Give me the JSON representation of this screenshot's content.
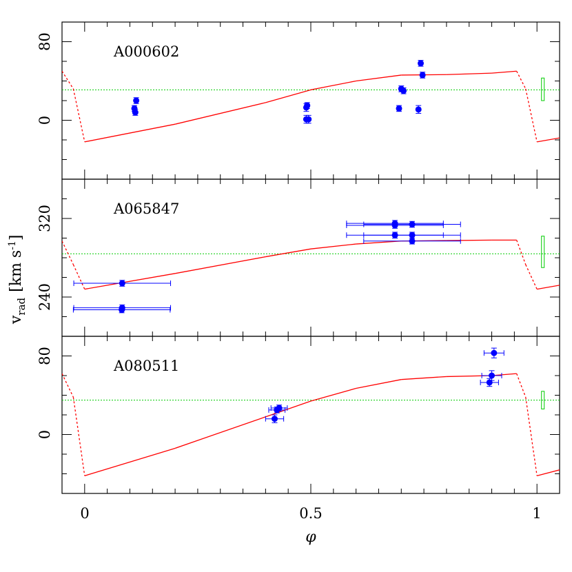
{
  "chart_data": {
    "type": "scatter",
    "x_axis": {
      "label": "φ",
      "range": [
        -0.05,
        1.05
      ],
      "major_ticks": [
        0,
        0.5,
        1
      ],
      "tick_labels": [
        "0",
        "0.5",
        "1"
      ]
    },
    "y_axis": {
      "label_main": "v",
      "label_sub": "rad",
      "label_units": "[km s",
      "label_sup": "-1",
      "label_close": "]"
    },
    "panels": [
      {
        "name": "A000602",
        "ylim": [
          -60,
          100
        ],
        "yticks": [
          0,
          80
        ],
        "ytick_labels": [
          "0",
          "80"
        ],
        "mean_velocity": 31,
        "green_bar": {
          "phi": 1.013,
          "lo": 20,
          "hi": 43
        },
        "model_curve": [
          [
            -0.05,
            50
          ],
          [
            -0.025,
            32
          ],
          [
            0,
            -22
          ],
          [
            0.2,
            -4
          ],
          [
            0.4,
            18
          ],
          [
            0.5,
            31
          ],
          [
            0.6,
            40
          ],
          [
            0.7,
            46
          ],
          [
            0.8,
            46.5
          ],
          [
            0.9,
            48
          ],
          [
            0.955,
            50
          ],
          [
            0.975,
            32
          ],
          [
            1.0,
            -22
          ],
          [
            1.05,
            -18
          ]
        ],
        "points": [
          {
            "x": 0.11,
            "y": 12,
            "xerr": 0,
            "yerr": 3
          },
          {
            "x": 0.112,
            "y": 8,
            "xerr": 0,
            "yerr": 3
          },
          {
            "x": 0.114,
            "y": 20,
            "xerr": 0,
            "yerr": 3
          },
          {
            "x": 0.49,
            "y": 1,
            "xerr": 0,
            "yerr": 4
          },
          {
            "x": 0.495,
            "y": 1,
            "xerr": 0,
            "yerr": 4
          },
          {
            "x": 0.49,
            "y": 13,
            "xerr": 0,
            "yerr": 4
          },
          {
            "x": 0.492,
            "y": 15,
            "xerr": 0,
            "yerr": 3
          },
          {
            "x": 0.695,
            "y": 12,
            "xerr": 0,
            "yerr": 3
          },
          {
            "x": 0.7,
            "y": 32,
            "xerr": 0,
            "yerr": 3
          },
          {
            "x": 0.705,
            "y": 30,
            "xerr": 0,
            "yerr": 3
          },
          {
            "x": 0.738,
            "y": 11,
            "xerr": 0,
            "yerr": 4
          },
          {
            "x": 0.743,
            "y": 58,
            "xerr": 0,
            "yerr": 3
          },
          {
            "x": 0.747,
            "y": 46,
            "xerr": 0,
            "yerr": 3
          }
        ]
      },
      {
        "name": "A065847",
        "ylim": [
          200,
          360
        ],
        "yticks": [
          240,
          320
        ],
        "ytick_labels": [
          "240",
          "320"
        ],
        "mean_velocity": 284,
        "green_bar": {
          "phi": 1.013,
          "lo": 270,
          "hi": 302
        },
        "model_curve": [
          [
            -0.05,
            297
          ],
          [
            -0.025,
            273
          ],
          [
            0,
            248
          ],
          [
            0.2,
            264
          ],
          [
            0.4,
            281
          ],
          [
            0.5,
            289
          ],
          [
            0.6,
            294
          ],
          [
            0.7,
            297
          ],
          [
            0.8,
            297.5
          ],
          [
            0.9,
            298
          ],
          [
            0.955,
            298
          ],
          [
            0.975,
            273
          ],
          [
            1.0,
            248
          ],
          [
            1.05,
            252
          ]
        ],
        "points": [
          {
            "x": 0.083,
            "y": 254,
            "xerr": 0.107,
            "yerr": 3
          },
          {
            "x": 0.083,
            "y": 229,
            "xerr": 0.107,
            "yerr": 3
          },
          {
            "x": 0.082,
            "y": 227,
            "xerr": 0.107,
            "yerr": 3
          },
          {
            "x": 0.686,
            "y": 315,
            "xerr": 0.107,
            "yerr": 3
          },
          {
            "x": 0.686,
            "y": 313,
            "xerr": 0.107,
            "yerr": 3
          },
          {
            "x": 0.686,
            "y": 303,
            "xerr": 0.107,
            "yerr": 3
          },
          {
            "x": 0.724,
            "y": 314,
            "xerr": 0.107,
            "yerr": 3
          },
          {
            "x": 0.724,
            "y": 303,
            "xerr": 0.107,
            "yerr": 3
          },
          {
            "x": 0.724,
            "y": 297,
            "xerr": 0.107,
            "yerr": 3
          }
        ]
      },
      {
        "name": "A080511",
        "ylim": [
          -60,
          100
        ],
        "yticks": [
          0,
          80
        ],
        "ytick_labels": [
          "0",
          "80"
        ],
        "mean_velocity": 35,
        "green_bar": {
          "phi": 1.013,
          "lo": 26,
          "hi": 44
        },
        "model_curve": [
          [
            -0.05,
            62
          ],
          [
            -0.025,
            38
          ],
          [
            0,
            -42
          ],
          [
            0.2,
            -14
          ],
          [
            0.4,
            18
          ],
          [
            0.5,
            34
          ],
          [
            0.6,
            47
          ],
          [
            0.7,
            56
          ],
          [
            0.8,
            59
          ],
          [
            0.9,
            60
          ],
          [
            0.955,
            62
          ],
          [
            0.975,
            38
          ],
          [
            1.0,
            -42
          ],
          [
            1.05,
            -36
          ]
        ],
        "points": [
          {
            "x": 0.42,
            "y": 16,
            "xerr": 0.02,
            "yerr": 4
          },
          {
            "x": 0.425,
            "y": 25,
            "xerr": 0.018,
            "yerr": 3
          },
          {
            "x": 0.43,
            "y": 27,
            "xerr": 0.018,
            "yerr": 3
          },
          {
            "x": 0.895,
            "y": 53,
            "xerr": 0.02,
            "yerr": 4
          },
          {
            "x": 0.9,
            "y": 60,
            "xerr": 0.022,
            "yerr": 5
          },
          {
            "x": 0.905,
            "y": 83,
            "xerr": 0.022,
            "yerr": 5
          }
        ]
      }
    ]
  },
  "colors": {
    "points": "#0000ff",
    "model": "#ff0000",
    "mean_line": "#00cc00",
    "frame": "#000000"
  }
}
